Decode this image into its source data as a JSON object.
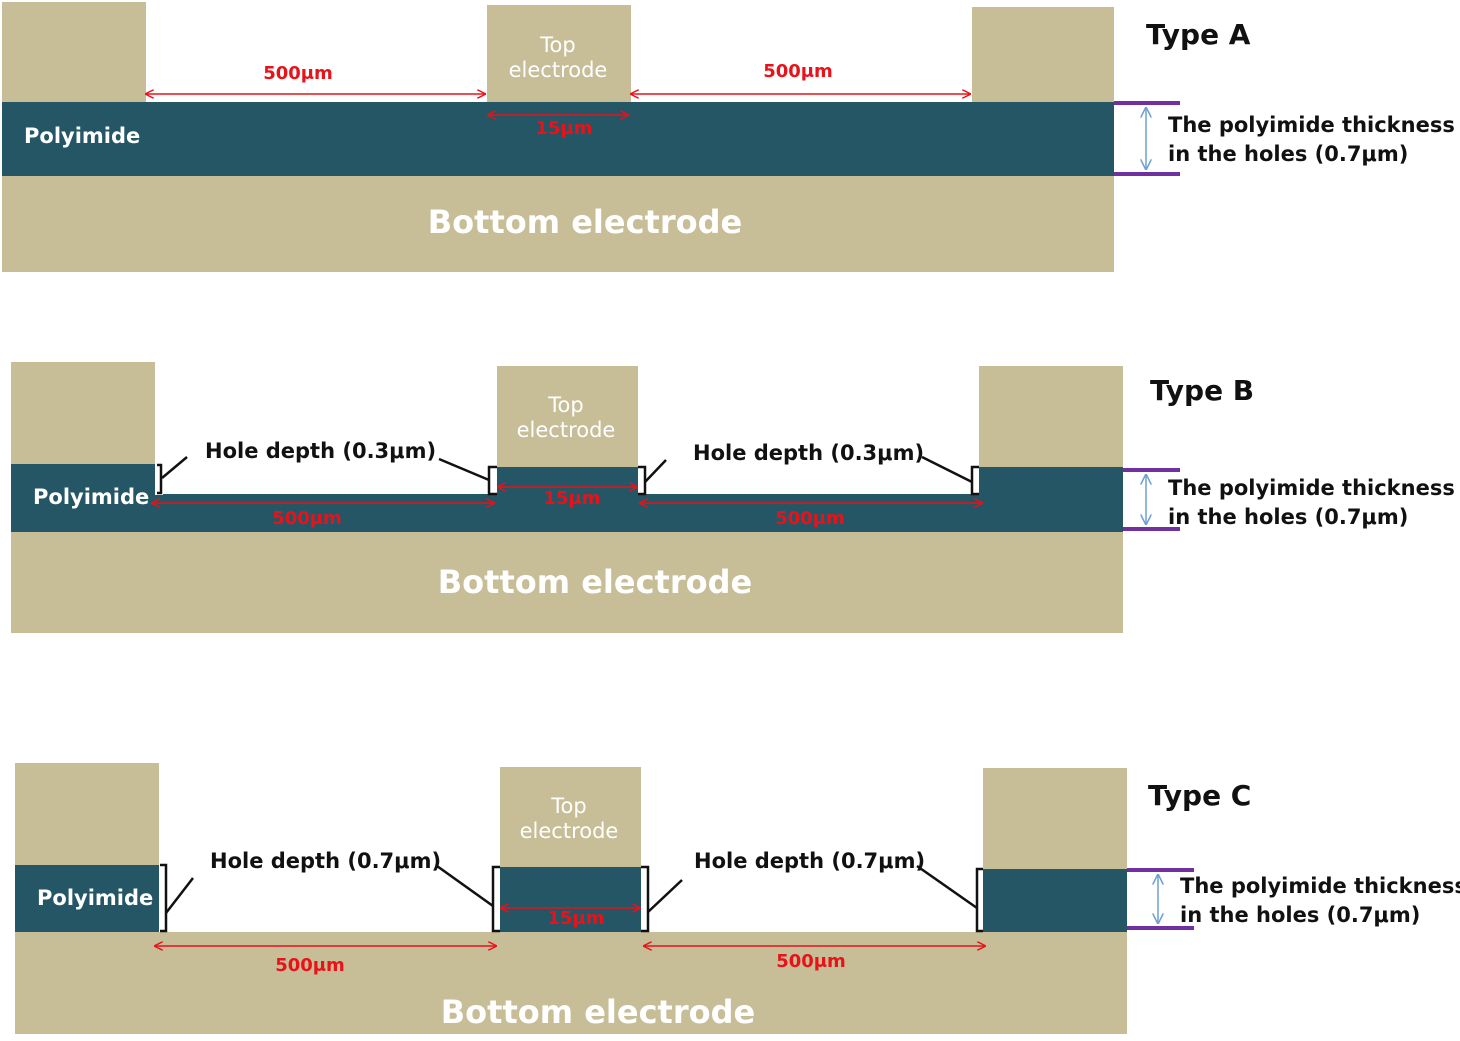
{
  "colors": {
    "electrode": "#c7bd97",
    "polyimide": "#245665",
    "dimension": "#e8121a",
    "thickness_bar": "#7030a0",
    "thickness_arrow": "#6fa0cf",
    "text": "#111111"
  },
  "panels": [
    {
      "type_label": "Type A",
      "polyimide_label": "Polyimide",
      "top_electrode_label_1": "Top",
      "top_electrode_label_2": "electrode",
      "bottom_label": "Bottom electrode",
      "gap_left_label": "500μm",
      "gap_right_label": "500μm",
      "width_label": "15μm",
      "thickness_label_1": "The polyimide thickness",
      "thickness_label_2": "in the holes (0.7μm)"
    },
    {
      "type_label": "Type B",
      "polyimide_label": "Polyimide",
      "top_electrode_label_1": "Top",
      "top_electrode_label_2": "electrode",
      "bottom_label": "Bottom electrode",
      "gap_left_label": "500μm",
      "gap_right_label": "500μm",
      "width_label": "15μm",
      "hole_left_label": "Hole depth  (0.3μm)",
      "hole_right_label": "Hole depth  (0.3μm)",
      "thickness_label_1": "The polyimide thickness",
      "thickness_label_2": "in the holes (0.7μm)"
    },
    {
      "type_label": "Type C",
      "polyimide_label": "Polyimide",
      "top_electrode_label_1": "Top",
      "top_electrode_label_2": "electrode",
      "bottom_label": "Bottom electrode",
      "gap_left_label": "500μm",
      "gap_right_label": "500μm",
      "width_label": "15μm",
      "hole_left_label": "Hole depth  (0.7μm)",
      "hole_right_label": "Hole depth  (0.7μm)",
      "thickness_label_1": "The polyimide thickness",
      "thickness_label_2": "in the holes (0.7μm)"
    }
  ]
}
